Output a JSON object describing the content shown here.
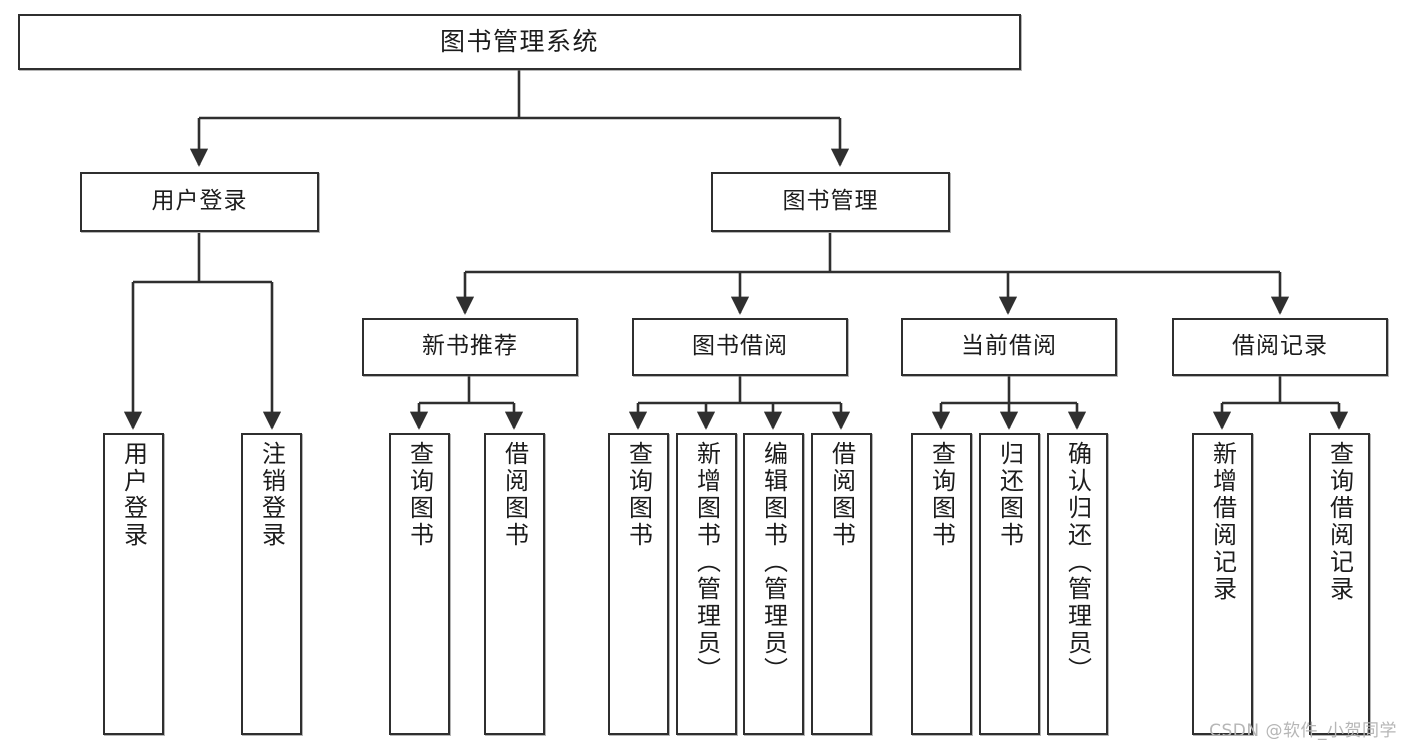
{
  "diagram": {
    "title": "图书管理系统",
    "type": "tree-hierarchy",
    "watermark": "CSDN @软件_小贺同学",
    "colors": {
      "border": "#2f2f2f",
      "background": "#ffffff",
      "text": "#1c1c1c",
      "edge": "#2f2f2f",
      "watermark": "#b6b6b6"
    }
  },
  "nodes": {
    "root": {
      "label": "图书管理系统"
    },
    "level1": [
      {
        "id": "user-login",
        "label": "用户登录"
      },
      {
        "id": "book-manage",
        "label": "图书管理"
      }
    ],
    "level2": [
      {
        "id": "new-book-recommend",
        "label": "新书推荐"
      },
      {
        "id": "book-borrow",
        "label": "图书借阅"
      },
      {
        "id": "current-borrow",
        "label": "当前借阅"
      },
      {
        "id": "borrow-record",
        "label": "借阅记录"
      }
    ],
    "leaves": {
      "user-login": [
        {
          "id": "leaf-user-login",
          "label": "用户登录"
        },
        {
          "id": "leaf-logout",
          "label": "注销登录"
        }
      ],
      "new-book-recommend": [
        {
          "id": "leaf-query-book-1",
          "label": "查询图书"
        },
        {
          "id": "leaf-borrow-book-1",
          "label": "借阅图书"
        }
      ],
      "book-borrow": [
        {
          "id": "leaf-query-book-2",
          "label": "查询图书"
        },
        {
          "id": "leaf-add-book",
          "label": "新增图书（管理员）"
        },
        {
          "id": "leaf-edit-book",
          "label": "编辑图书（管理员）"
        },
        {
          "id": "leaf-borrow-book-2",
          "label": "借阅图书"
        }
      ],
      "current-borrow": [
        {
          "id": "leaf-query-book-3",
          "label": "查询图书"
        },
        {
          "id": "leaf-return-book",
          "label": "归还图书"
        },
        {
          "id": "leaf-confirm-return",
          "label": "确认归还（管理员）"
        }
      ],
      "borrow-record": [
        {
          "id": "leaf-add-record",
          "label": "新增借阅记录"
        },
        {
          "id": "leaf-query-record",
          "label": "查询借阅记录"
        }
      ]
    }
  }
}
